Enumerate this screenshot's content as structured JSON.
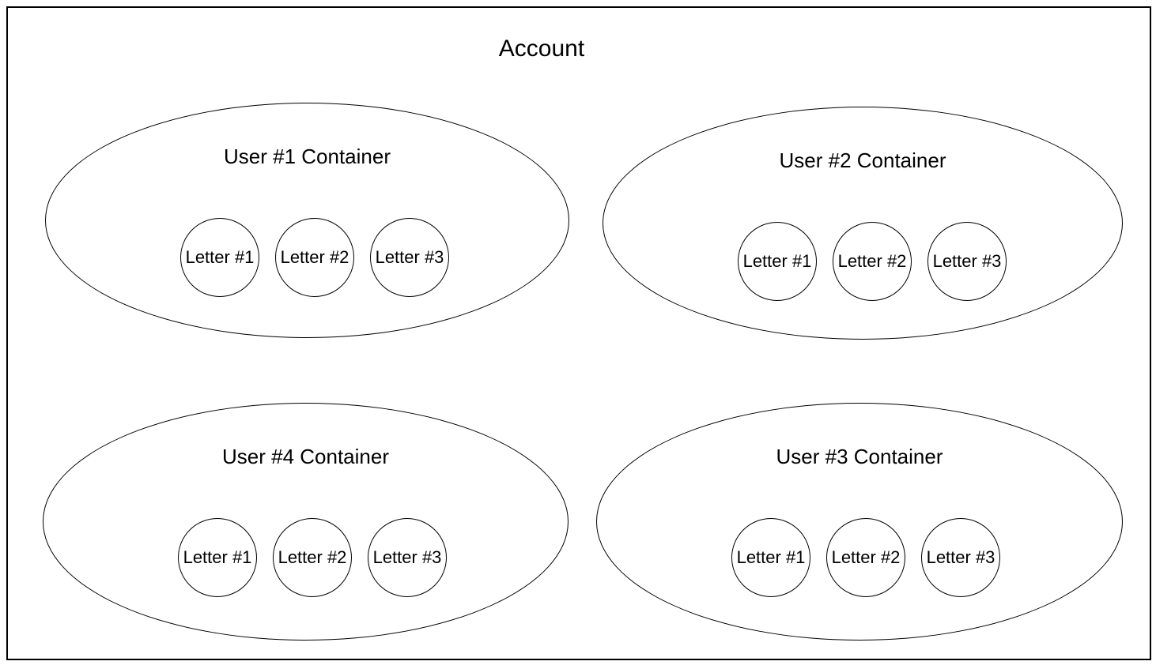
{
  "diagram": {
    "title": "Account",
    "colors": {
      "stroke": "#000000",
      "text": "#000000",
      "background": "#ffffff"
    },
    "containers": [
      {
        "label": "User #1 Container",
        "position": "top-left",
        "letters": [
          "Letter #1",
          "Letter #2",
          "Letter #3"
        ]
      },
      {
        "label": "User #2 Container",
        "position": "top-right",
        "letters": [
          "Letter #1",
          "Letter #2",
          "Letter #3"
        ]
      },
      {
        "label": "User #4 Container",
        "position": "bottom-left",
        "letters": [
          "Letter #1",
          "Letter #2",
          "Letter #3"
        ]
      },
      {
        "label": "User #3 Container",
        "position": "bottom-right",
        "letters": [
          "Letter #1",
          "Letter #2",
          "Letter #3"
        ]
      }
    ]
  }
}
